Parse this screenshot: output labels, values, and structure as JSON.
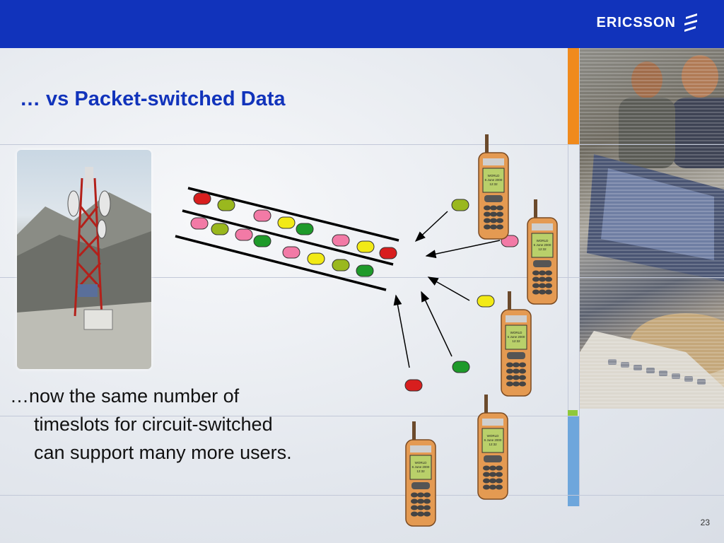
{
  "header": {
    "logo_text": "ERICSSON",
    "colors": {
      "bar": "#1133bb",
      "logo_text": "#ffffff"
    }
  },
  "slide": {
    "title": "… vs Packet-switched Data",
    "bullet": "…now the same number of\ntimeslots for circuit-switched\ncan support many more users.",
    "page_number": "23"
  },
  "images": {
    "tower_photo": "cell-tower-photo",
    "people_photo": "office-workers-photo",
    "phone": "mobile-phone-icon"
  },
  "phone_screen_text": "WORLD\n6 June 2000\n12:32",
  "packet_colors": {
    "red": "#d81e1e",
    "green": "#1e9a2a",
    "olive": "#9ab81e",
    "pink": "#f27aa6",
    "yellow": "#f2ea16"
  },
  "diagram": {
    "packets_in_channels": [
      "red",
      "olive",
      "pink",
      "yellow",
      "green",
      "pink",
      "olive",
      "pink",
      "green",
      "pink",
      "yellow",
      "red",
      "pink",
      "yellow",
      "olive",
      "green"
    ],
    "incoming_packets": [
      "olive",
      "pink",
      "yellow",
      "green",
      "red"
    ]
  }
}
